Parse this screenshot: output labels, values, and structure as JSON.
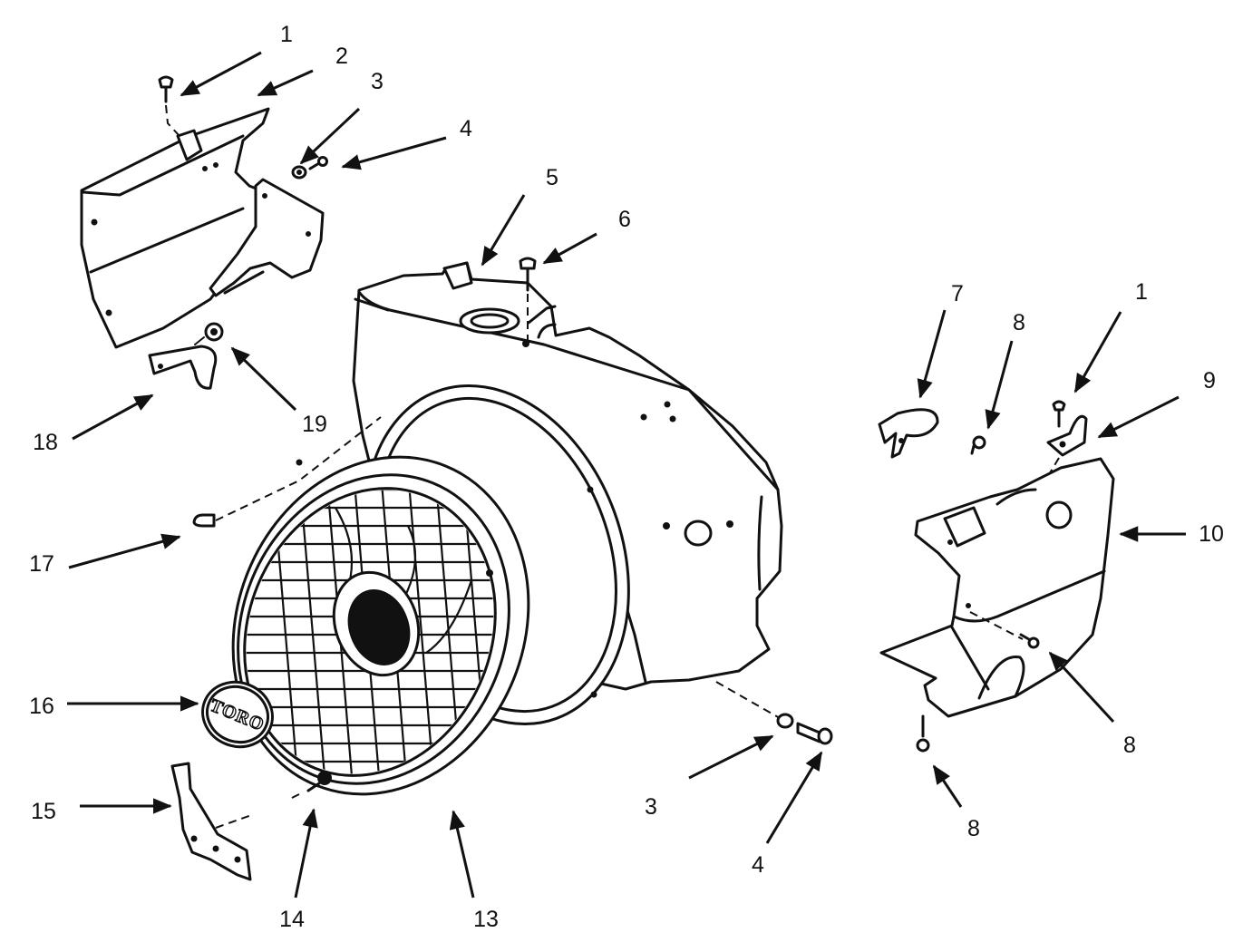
{
  "diagram": {
    "type": "exploded-parts-view",
    "logo_text": "TORO",
    "callouts": [
      {
        "id": "c1a",
        "label": "1"
      },
      {
        "id": "c2",
        "label": "2"
      },
      {
        "id": "c3a",
        "label": "3"
      },
      {
        "id": "c4a",
        "label": "4"
      },
      {
        "id": "c5",
        "label": "5"
      },
      {
        "id": "c6",
        "label": "6"
      },
      {
        "id": "c7",
        "label": "7"
      },
      {
        "id": "c8a",
        "label": "8"
      },
      {
        "id": "c1b",
        "label": "1"
      },
      {
        "id": "c9",
        "label": "9"
      },
      {
        "id": "c10",
        "label": "10"
      },
      {
        "id": "c8b",
        "label": "8"
      },
      {
        "id": "c8c",
        "label": "8"
      },
      {
        "id": "c3b",
        "label": "3"
      },
      {
        "id": "c4b",
        "label": "4"
      },
      {
        "id": "c13",
        "label": "13"
      },
      {
        "id": "c14",
        "label": "14"
      },
      {
        "id": "c15",
        "label": "15"
      },
      {
        "id": "c16",
        "label": "16"
      },
      {
        "id": "c17",
        "label": "17"
      },
      {
        "id": "c18",
        "label": "18"
      },
      {
        "id": "c19",
        "label": "19"
      }
    ]
  }
}
